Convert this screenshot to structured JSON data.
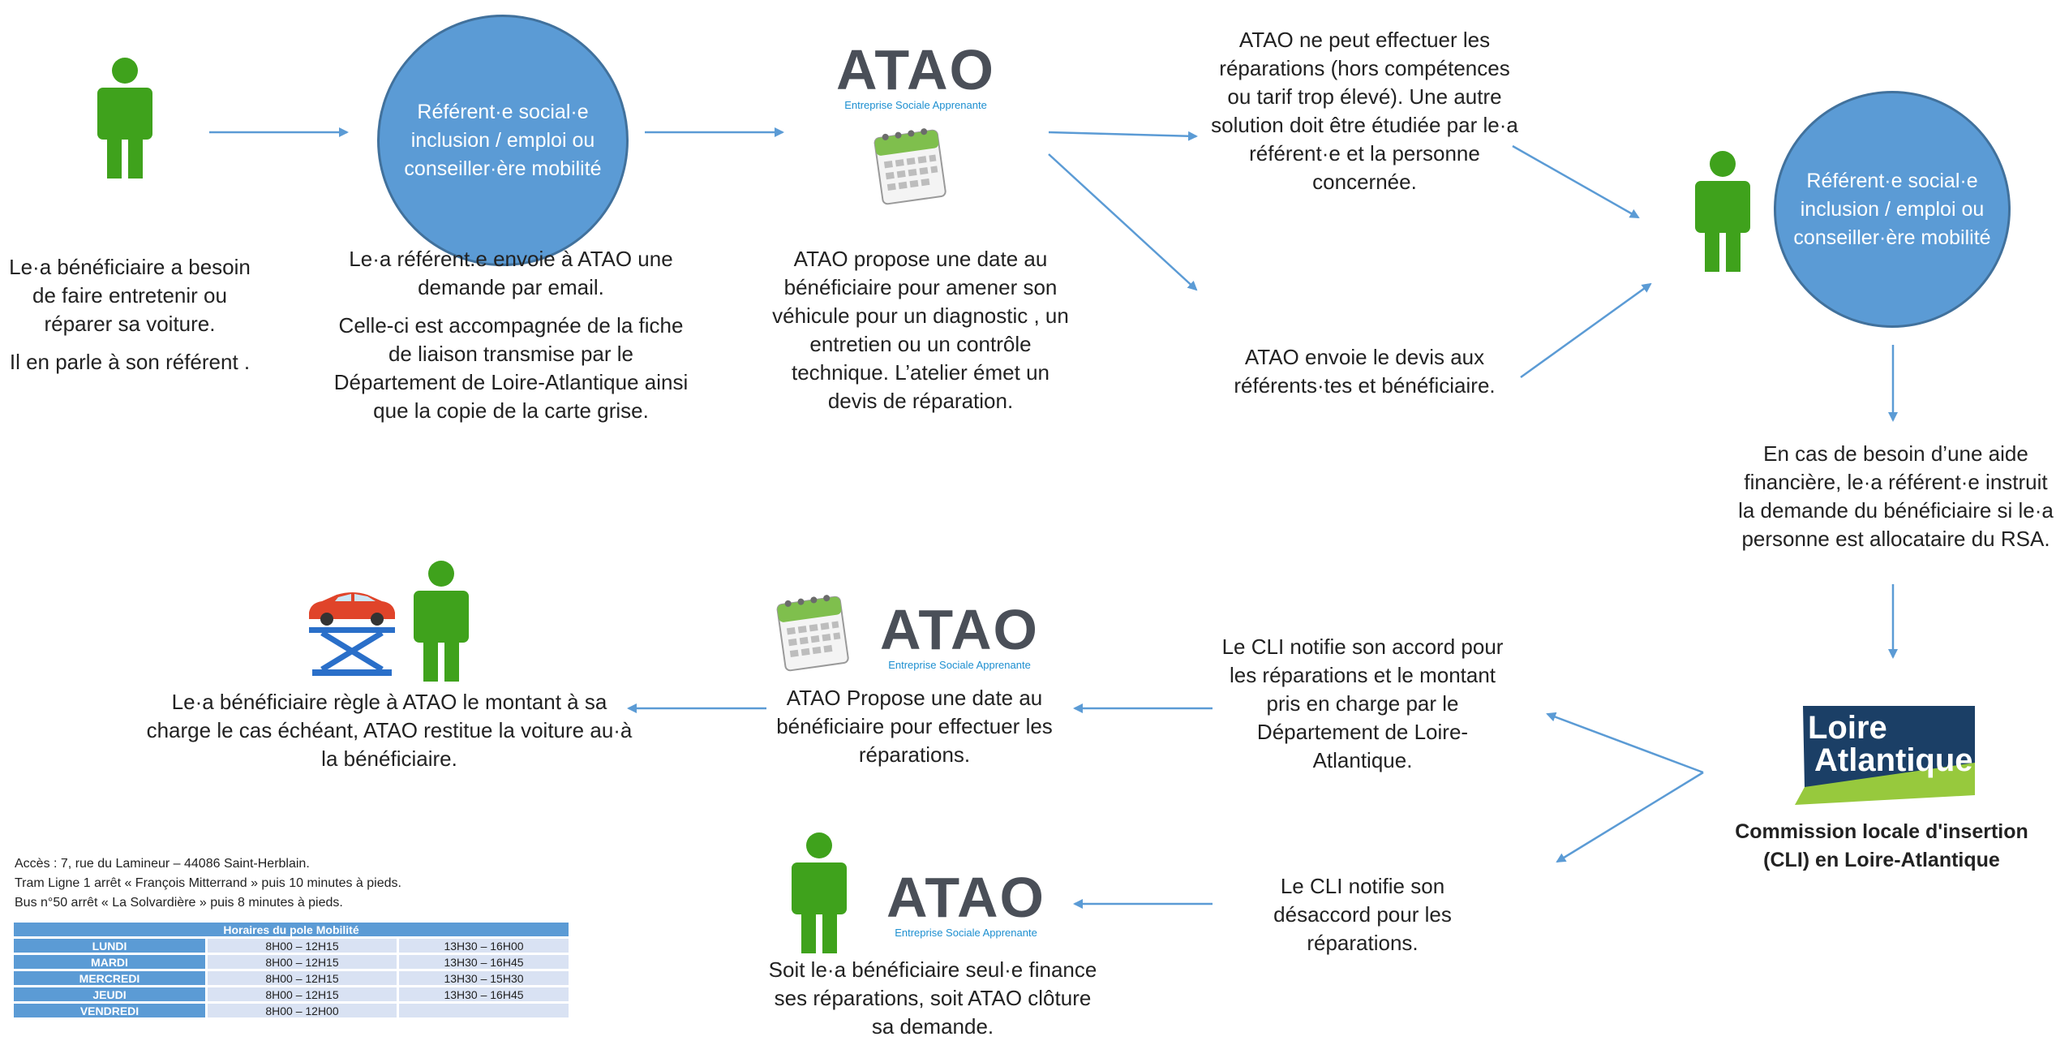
{
  "steps": {
    "step1": {
      "line1": "Le·a bénéficiaire a besoin de faire entretenir ou réparer sa voiture.",
      "line2": "Il en parle à son référent ."
    },
    "circle_label": "Référent·e social·e inclusion / emploi ou conseiller·ère  mobilité",
    "step2": {
      "line1": "Le·a référent.e envoie à ATAO une demande par email.",
      "line2": "Celle-ci est accompagnée de la fiche de liaison transmise par le Département de Loire-Atlantique ainsi que la copie de la carte grise."
    },
    "step3": "ATAO propose une date au bénéficiaire pour amener son véhicule pour un diagnostic , un entretien ou un contrôle technique. L’atelier émet un devis de réparation.",
    "branch_a": "ATAO ne peut effectuer les réparations (hors compétences ou tarif trop élevé). Une autre solution doit être étudiée par le·a référent·e et la personne concernée.",
    "branch_b": "ATAO envoie le devis aux référents·tes et bénéficiaire.",
    "aid": "En cas de besoin d’une aide financière, le·a référent·e instruit la demande du bénéficiaire si le·a personne est allocataire du RSA.",
    "cli_label": "Commission locale d'insertion (CLI) en Loire-Atlantique",
    "cli_accord": "Le CLI notifie son accord pour les réparations et le montant pris en charge par le Département de Loire-Atlantique.",
    "cli_refus": "Le CLI notifie son désaccord pour les réparations.",
    "atao_repair": "ATAO Propose une date au bénéficiaire pour effectuer les réparations.",
    "final_pay": "Le·a  bénéficiaire règle à ATAO le montant à sa charge le cas échéant, ATAO restitue la voiture au·à la bénéficiaire.",
    "final_refus": "Soit le·a bénéficiaire seul·e finance ses réparations, soit ATAO clôture sa demande."
  },
  "logos": {
    "atao_name": "ATAO",
    "atao_tagline": "Entreprise Sociale Apprenante",
    "loire_line1": "Loire",
    "loire_line2": "Atlantique"
  },
  "access": {
    "line1": "Accès : 7, rue du Lamineur – 44086 Saint-Herblain.",
    "line2": "Tram Ligne 1 arrêt « François Mitterrand » puis 10 minutes à pieds.",
    "line3": "Bus n°50 arrêt « La Solvardière » puis 8 minutes à pieds."
  },
  "hours": {
    "title": "Horaires du pole Mobilité",
    "rows": [
      {
        "day": "LUNDI",
        "am": "8H00 – 12H15",
        "pm": "13H30 – 16H00"
      },
      {
        "day": "MARDI",
        "am": "8H00 – 12H15",
        "pm": "13H30 – 16H45"
      },
      {
        "day": "MERCREDI",
        "am": "8H00 – 12H15",
        "pm": "13H30 – 15H30"
      },
      {
        "day": "JEUDI",
        "am": "8H00 – 12H15",
        "pm": "13H30 – 16H45"
      },
      {
        "day": "VENDREDI",
        "am": "8H00 – 12H00",
        "pm": ""
      }
    ]
  },
  "colors": {
    "person": "#3fa21c",
    "circle": "#5b9bd5",
    "arrow": "#5b9bd5",
    "atao_dark": "#4a4f58",
    "atao_blue": "#1d8fd0",
    "loire_navy": "#1b3f66",
    "loire_green": "#97c93d"
  }
}
